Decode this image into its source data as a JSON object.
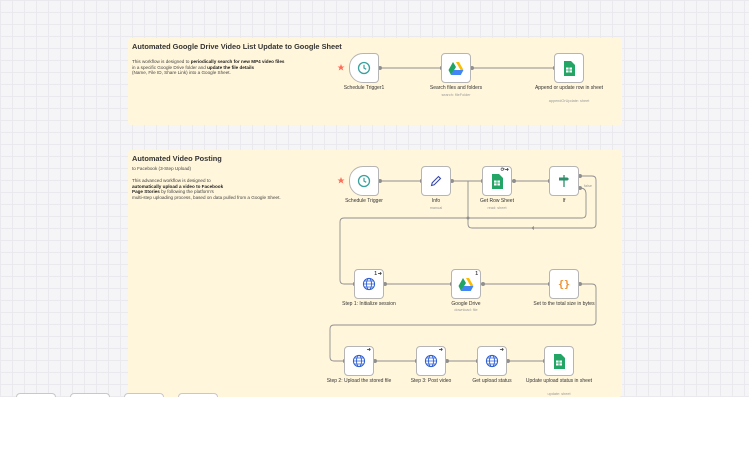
{
  "sticky1": {
    "title": "Automated Google Drive Video List Update to Google Sheet",
    "lines": [
      [
        {
          "t": "This workflow is designed to "
        },
        {
          "t": "periodically search for new MP4 video files",
          "b": true
        }
      ],
      [
        {
          "t": "in a specific Google Drive folder and "
        },
        {
          "t": "update the file details",
          "b": true
        }
      ],
      [
        {
          "t": "(Name, File ID, Share Link) into a Google Sheet."
        }
      ]
    ]
  },
  "sticky2": {
    "title": "Automated Video Posting",
    "subtitle": "to Facebook (3-Step Upload)",
    "lines": [
      [
        {
          "t": "This advanced workflow is designed to"
        }
      ],
      [
        {
          "t": "automatically upload a video to Facebook",
          "b": true
        }
      ],
      [
        {
          "t": "Page Stories",
          "b": true
        },
        {
          "t": " by following the platform's"
        }
      ],
      [
        {
          "t": "multi-step uploading process, based on data pulled from a Google Sheet."
        }
      ]
    ]
  },
  "nodes": {
    "trigger1": {
      "label": "Schedule Trigger1",
      "sub": ""
    },
    "search": {
      "label": "Search files and folders",
      "sub": "search: fileFolder"
    },
    "append": {
      "label": "Append or update row in sheet",
      "sub": "appendOrUpdate: sheet"
    },
    "trigger2": {
      "label": "Schedule Trigger",
      "sub": ""
    },
    "info": {
      "label": "Info",
      "sub": "manual"
    },
    "getrow": {
      "label": "Get Row Sheet",
      "sub": "read: sheet"
    },
    "if": {
      "label": "If",
      "sub": "",
      "false_label": "false"
    },
    "step1": {
      "label": "Step 1: Initialize session",
      "sub": "",
      "badge": "1"
    },
    "gdrive": {
      "label": "Google Drive",
      "sub": "download: file",
      "badge": "1"
    },
    "settotal": {
      "label": "Set to the total size in bytes",
      "sub": ""
    },
    "step2": {
      "label": "Step 2: Upload the stored file",
      "sub": ""
    },
    "step3": {
      "label": "Step 3: Post video",
      "sub": ""
    },
    "getstatus": {
      "label": "Get upload status",
      "sub": ""
    },
    "updstatus": {
      "label": "Update upload status in sheet",
      "sub": "update: sheet"
    }
  },
  "icons": {
    "schedule": "clock-icon",
    "drive": "google-drive-icon",
    "sheets": "google-sheets-icon",
    "edit": "pencil-icon",
    "if": "signpost-icon",
    "http": "globe-icon",
    "code": "braces-icon"
  },
  "colors": {
    "sticky": "#fff6db",
    "teal": "#3aa09e",
    "sheets_green": "#23a566",
    "globe_blue": "#2f5fd1",
    "code_orange": "#f28c28",
    "trigger_mark": "#ff6d5a"
  }
}
